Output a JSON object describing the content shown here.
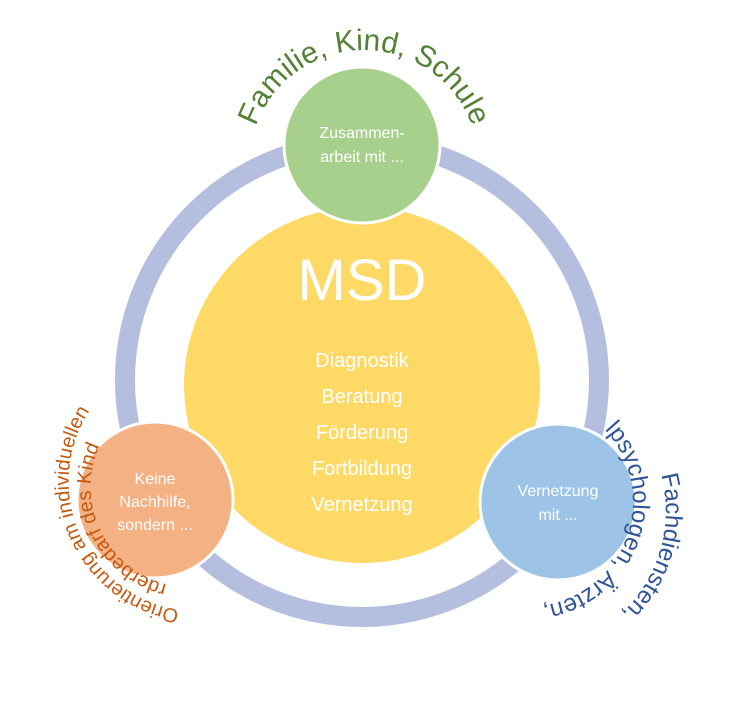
{
  "center": {
    "title": "MSD",
    "items": [
      "Diagnostik",
      "Beratung",
      "Förderung",
      "Fortbildung",
      "Vernetzung"
    ]
  },
  "nodes": [
    {
      "lines": [
        "Zusammen-",
        "arbeit mit ..."
      ],
      "color": "#A8D08D"
    },
    {
      "lines": [
        "Keine",
        "Nachhilfe,",
        "sondern ..."
      ],
      "color": "#F4B183"
    },
    {
      "lines": [
        "Vernetzung",
        "mit ..."
      ],
      "color": "#9DC3E6"
    }
  ],
  "arc_labels": {
    "top": {
      "text": "Familie, Kind, Schule",
      "color": "#548235"
    },
    "left_outer": {
      "text": "Orientierung am individuellen",
      "color": "#C55A11"
    },
    "left_inner": {
      "text": "Förderbedarf des Kindes",
      "color": "#C55A11"
    },
    "right_outer": {
      "text": "Fachdiensten,",
      "color": "#2F5597"
    },
    "right_inner": {
      "text": "Schulpsychologen, Ärzten, etc.",
      "color": "#2F5597"
    }
  },
  "colors": {
    "ring": "#B4BFDF",
    "center_circle": "#FFD966",
    "node_border": "#ffffff"
  }
}
